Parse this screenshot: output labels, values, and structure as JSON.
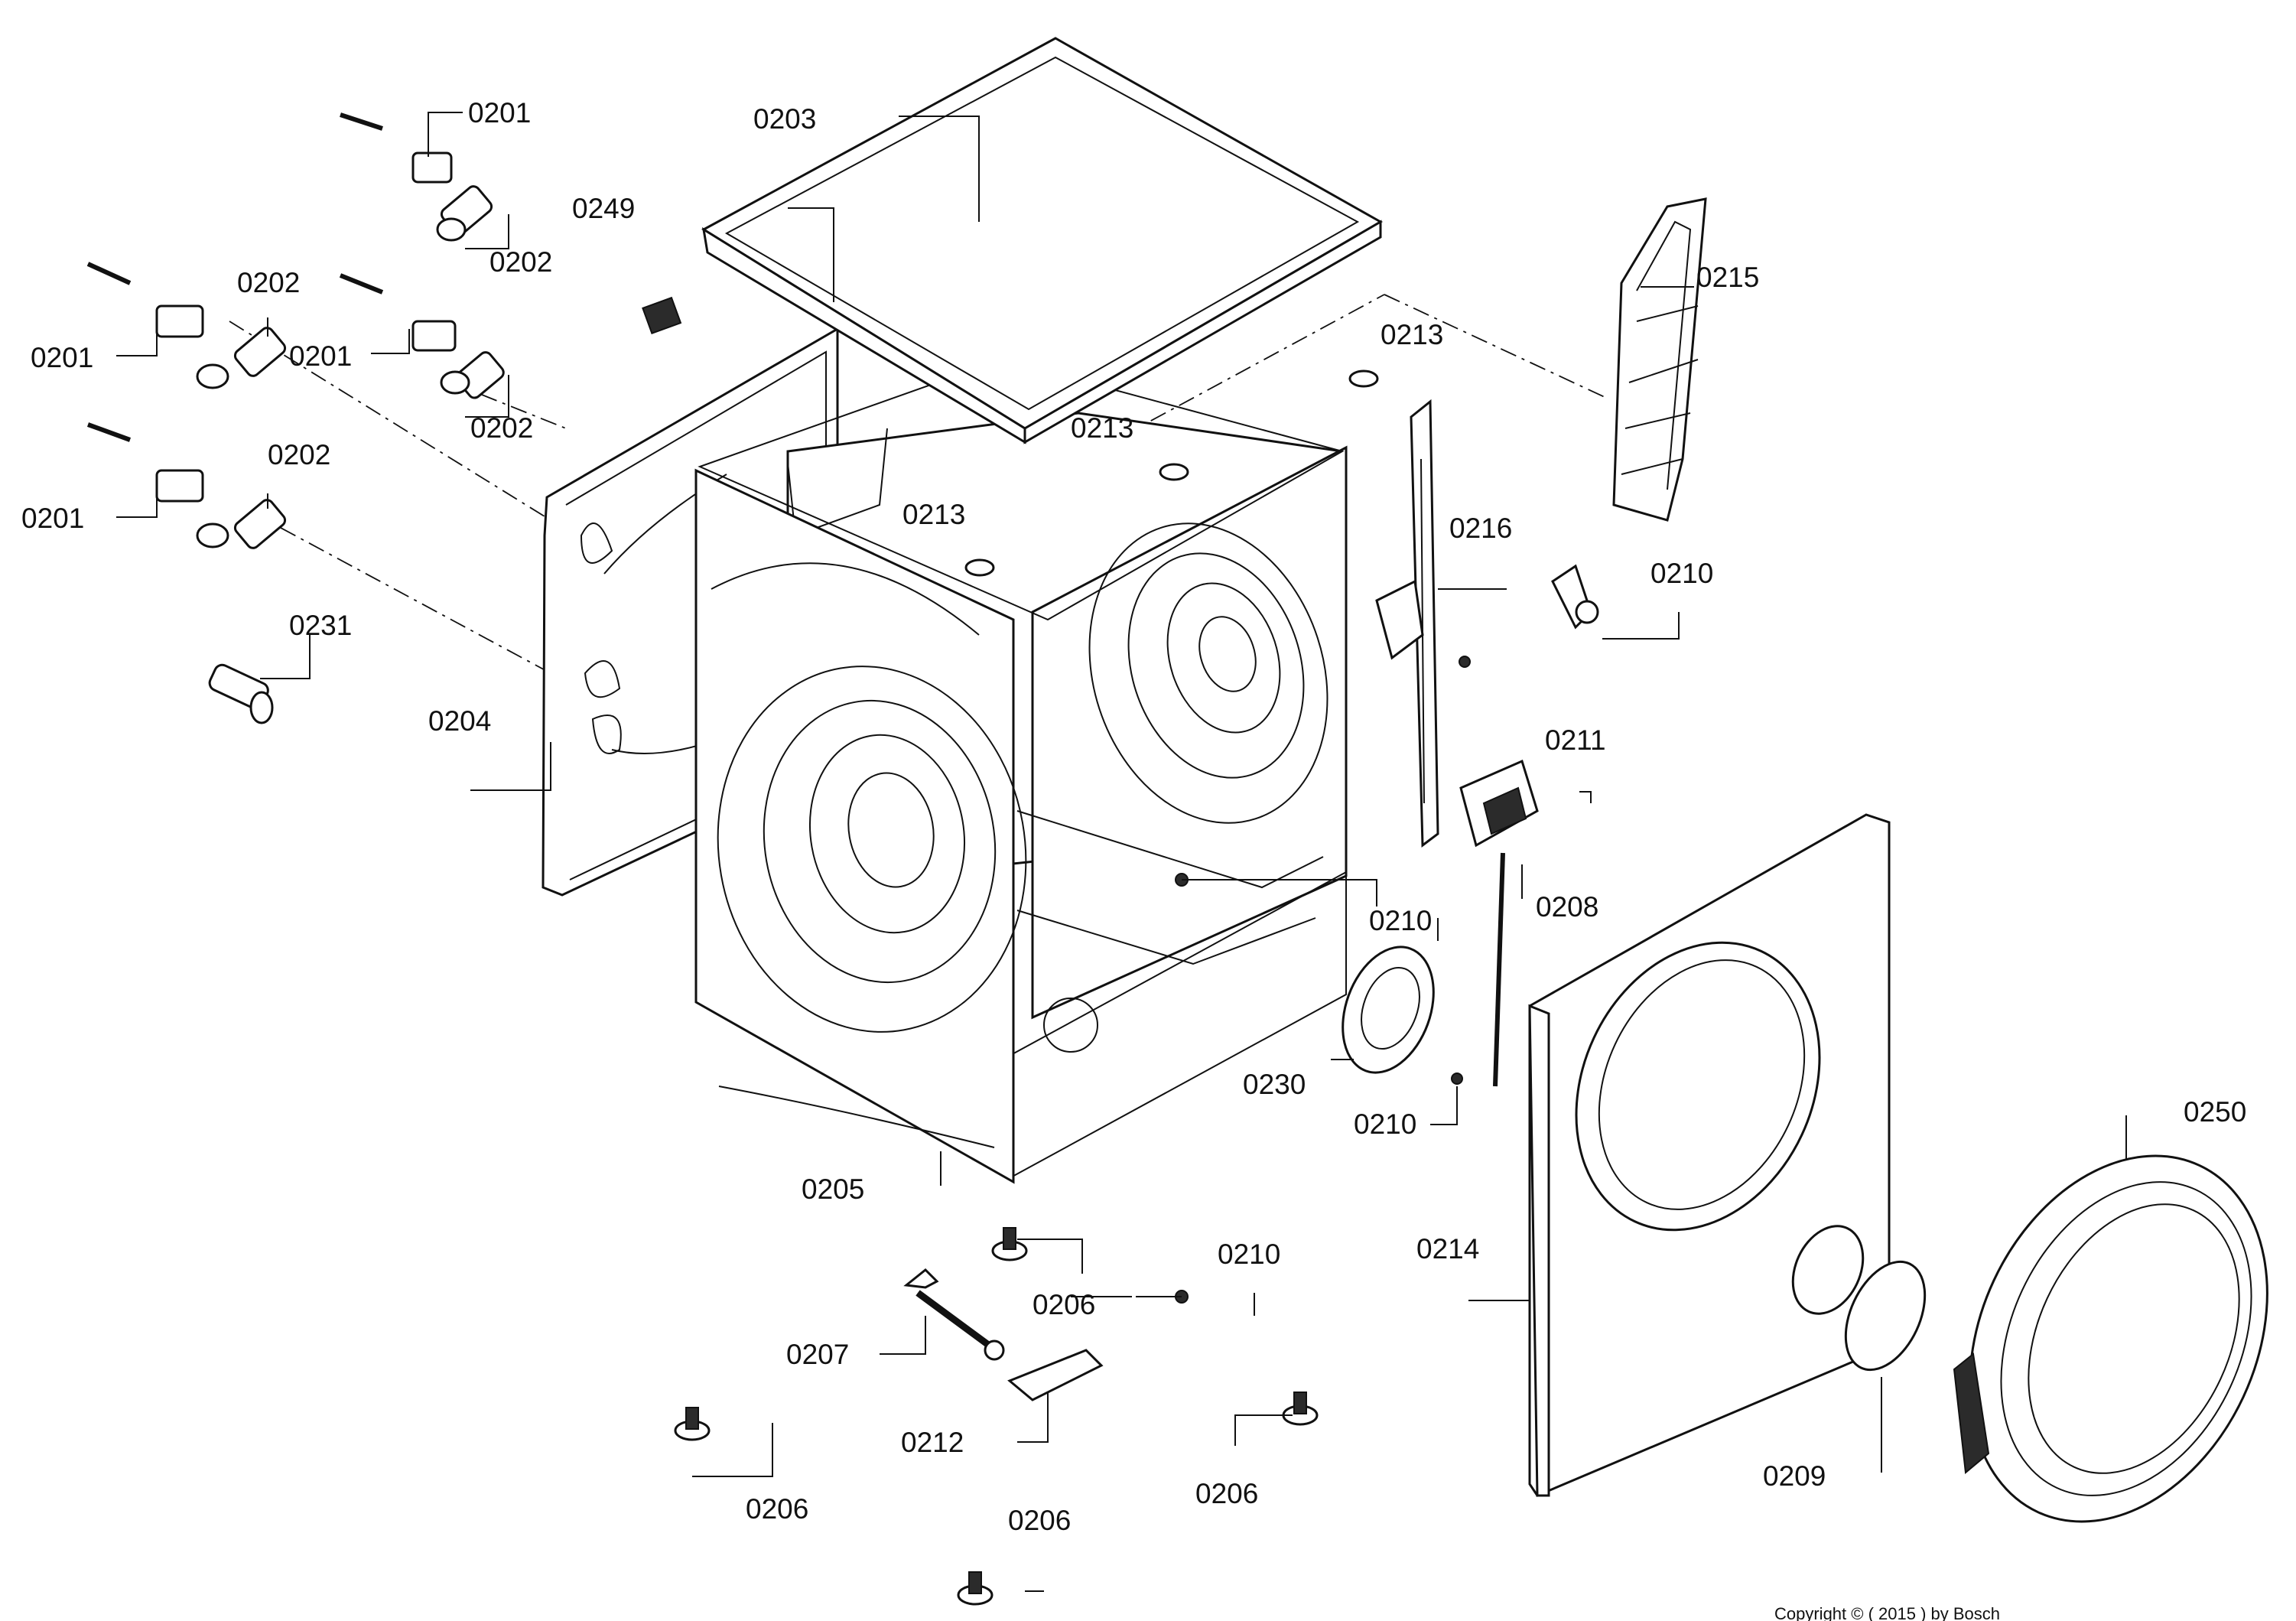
{
  "labels": {
    "p0201": "0201",
    "p0202": "0202",
    "p0203": "0203",
    "p0204": "0204",
    "p0205": "0205",
    "p0206": "0206",
    "p0207": "0207",
    "p0208": "0208",
    "p0209": "0209",
    "p0210": "0210",
    "p0211": "0211",
    "p0212": "0212",
    "p0213": "0213",
    "p0214": "0214",
    "p0215": "0215",
    "p0216": "0216",
    "p0230": "0230",
    "p0231": "0231",
    "p0249": "0249",
    "p0250": "0250"
  },
  "copyright": "Copyright © ( 2015 ) by Bosch"
}
